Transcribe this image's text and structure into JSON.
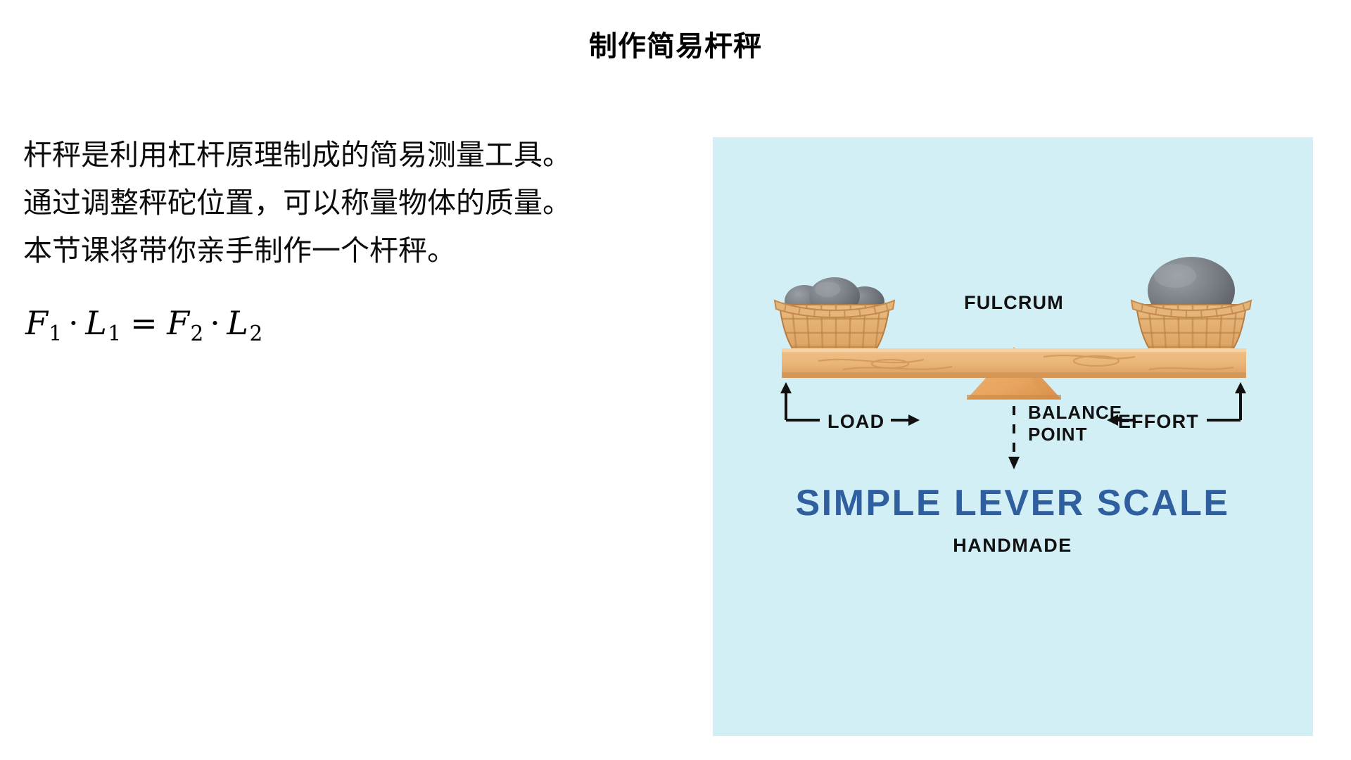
{
  "slide": {
    "title": "制作简易杆秤",
    "background_color": "#ffffff"
  },
  "body": {
    "lines": [
      "杆秤是利用杠杆原理制成的简易测量工具。",
      "通过调整秤砣位置，可以称量物体的质量。",
      "本节课将带你亲手制作一个杆秤。"
    ]
  },
  "formula": {
    "latex": "F_1 \\cdot L_1 = F_2 \\cdot L_2",
    "plain": "F1 · L1 = F2 · L2",
    "terms": {
      "f1": "F",
      "f1_sub": "1",
      "l1": "L",
      "l1_sub": "1",
      "f2": "F",
      "f2_sub": "2",
      "l2": "L",
      "l2_sub": "2",
      "dot": "·",
      "equals": "="
    }
  },
  "illustration": {
    "background_color": "#d2eff5",
    "labels": {
      "fulcrum": "FULCRUM",
      "load": "LOAD",
      "effort": "EFFORT",
      "balance_line1": "BALANCE",
      "balance_line2": "POINT",
      "headline": "SIMPLE LEVER SCALE",
      "subhead": "HANDMADE"
    },
    "colors": {
      "headline": "#2f5f9e",
      "subhead": "#111111",
      "wood_light": "#f0c088",
      "wood_mid": "#e3a869",
      "wood_dark": "#c98a4c",
      "fulcrum": "#e8a75e",
      "basket_light": "#e8b87a",
      "basket_dark": "#c2844a",
      "stone_light": "#8d9196",
      "stone_dark": "#5e6166",
      "annotation": "#111111"
    }
  }
}
